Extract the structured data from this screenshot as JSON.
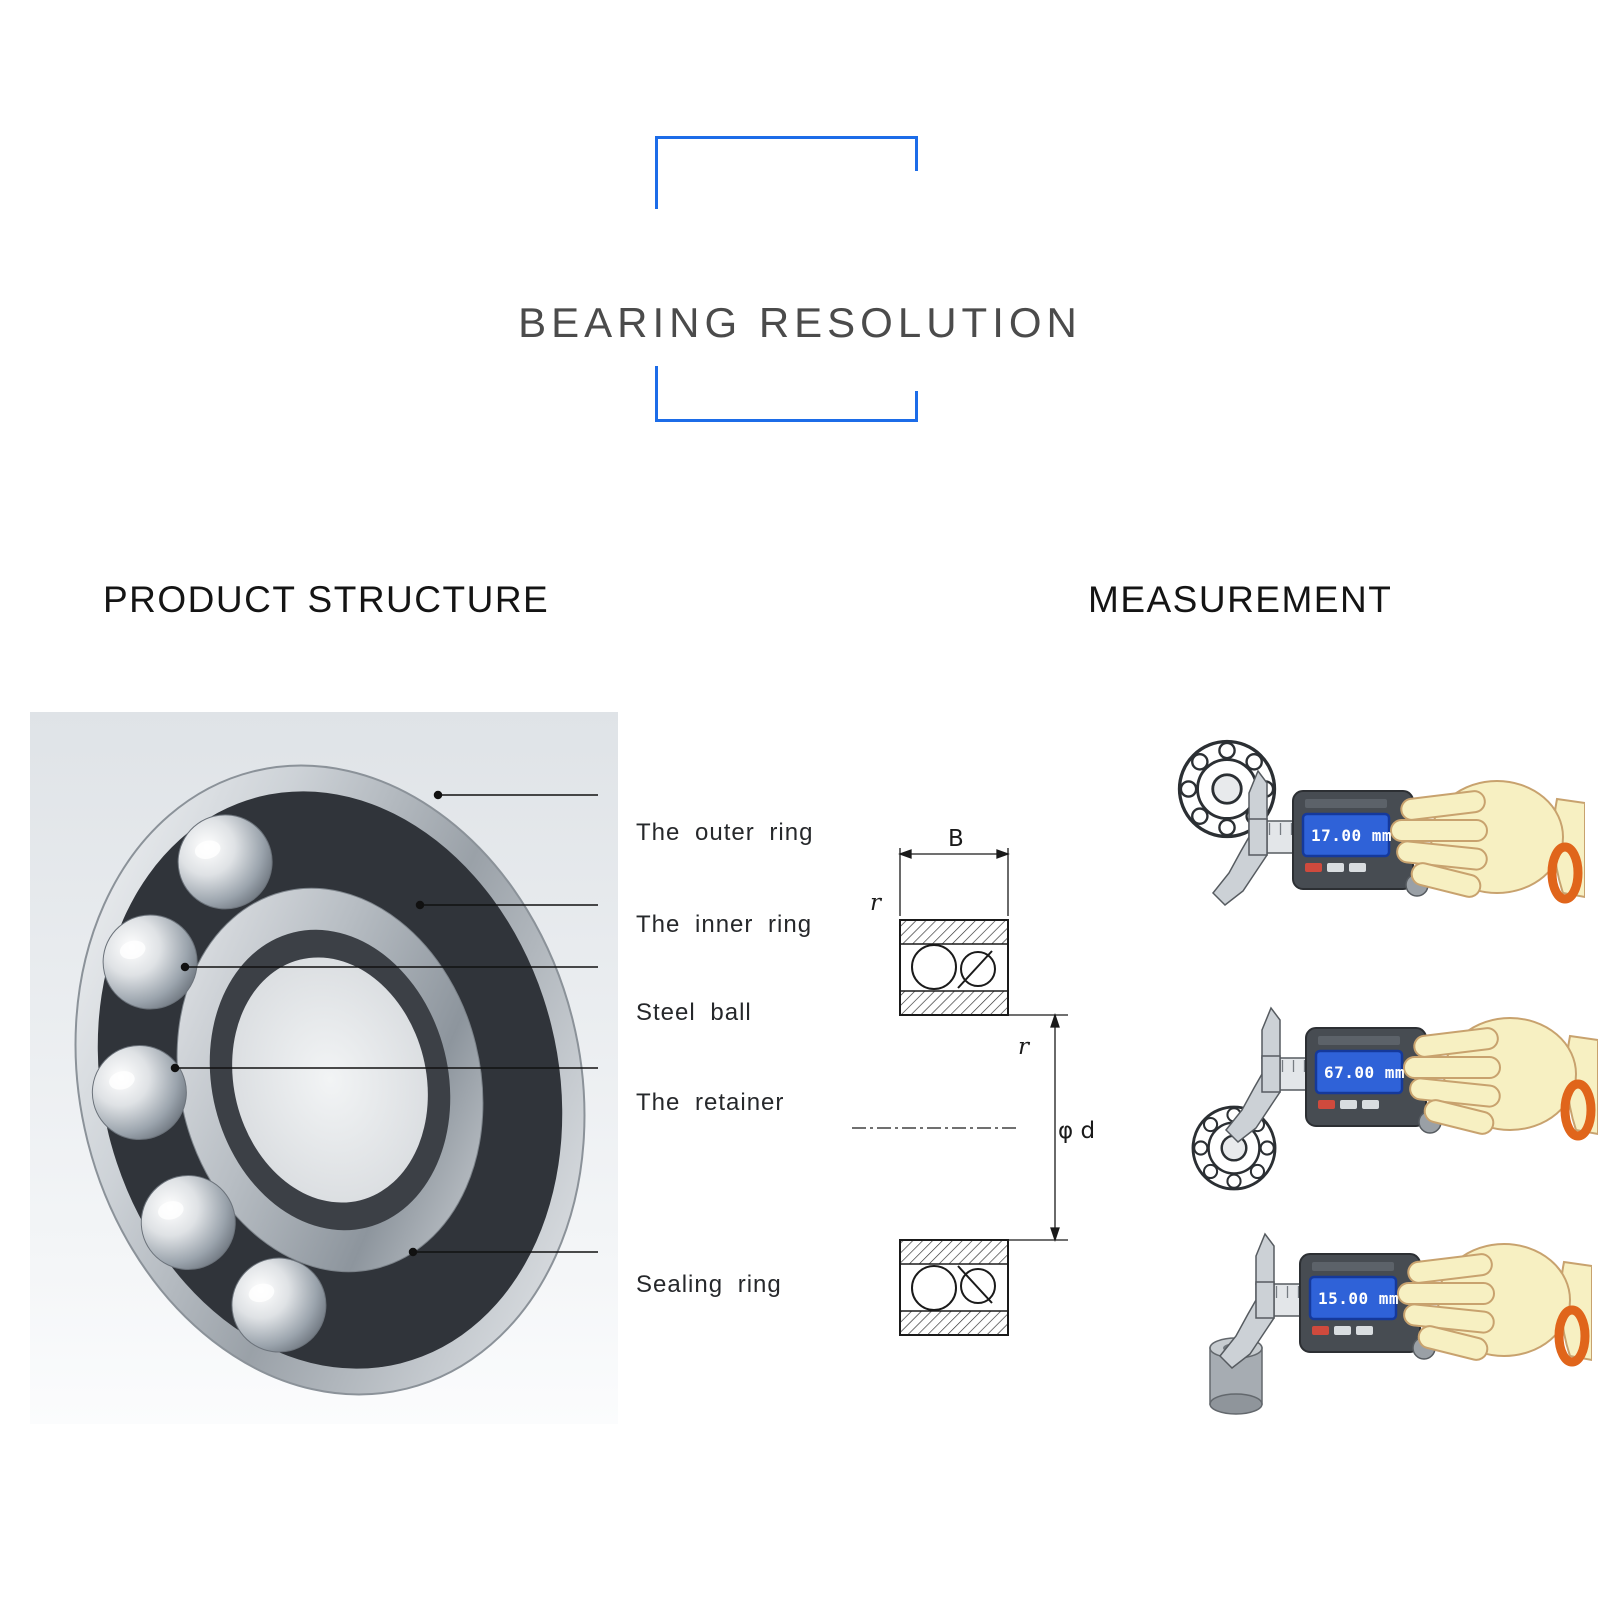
{
  "header": {
    "title": "BEARING RESOLUTION"
  },
  "structure": {
    "heading": "PRODUCT STRUCTURE",
    "labels": [
      "The outer ring",
      "The inner ring",
      "Steel ball",
      "The retainer",
      "Sealing ring"
    ]
  },
  "diagram": {
    "width_label": "B",
    "radius_label_top": "r",
    "radius_label_side": "r",
    "bore_label": "φ d"
  },
  "measurement": {
    "heading": "MEASUREMENT",
    "readings": [
      "17.00 mm",
      "67.00 mm",
      "15.00 mm"
    ]
  },
  "colors": {
    "accent_blue": "#1c6ce8",
    "line_black": "#1a1a1a",
    "hand_skin": "#f7f0c2",
    "watch_orange": "#e0651b",
    "lcd_blue": "#2f62d8"
  }
}
